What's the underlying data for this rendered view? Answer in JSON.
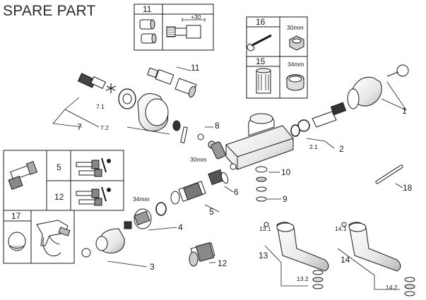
{
  "header": {
    "title": "SPARE PART"
  },
  "callouts": {
    "p1": "1",
    "p2": "2",
    "p2_1": "2.1",
    "p3": "3",
    "p4": "4",
    "p5": "5",
    "p6": "6",
    "p7": "7",
    "p7_1": "7.1",
    "p7_2": "7.2",
    "p8": "8",
    "p9": "9",
    "p10": "10",
    "p11": "11",
    "p12": "12",
    "p13": "13",
    "p13_1": "13.1",
    "p13_2": "13.2",
    "p14": "14",
    "p14_1": "14.1",
    "p14_2": "14.2",
    "p18": "18"
  },
  "dimensions": {
    "nut_30mm": "30mm",
    "ring_34mm": "34mm",
    "extension_plus30": "+30",
    "box16_size": "30mm",
    "box15_size": "34mm"
  },
  "box_11": {
    "number": "11"
  },
  "box_16_15": {
    "n16": "16",
    "n15": "15"
  },
  "box_5_12": {
    "n5": "5",
    "n12": "12"
  },
  "box_17": {
    "number": "17"
  },
  "colors": {
    "line": "#1a1a1a",
    "part_fill": "#ffffff",
    "shade": "#bdbdbd",
    "thread": "#5a5a5a"
  }
}
